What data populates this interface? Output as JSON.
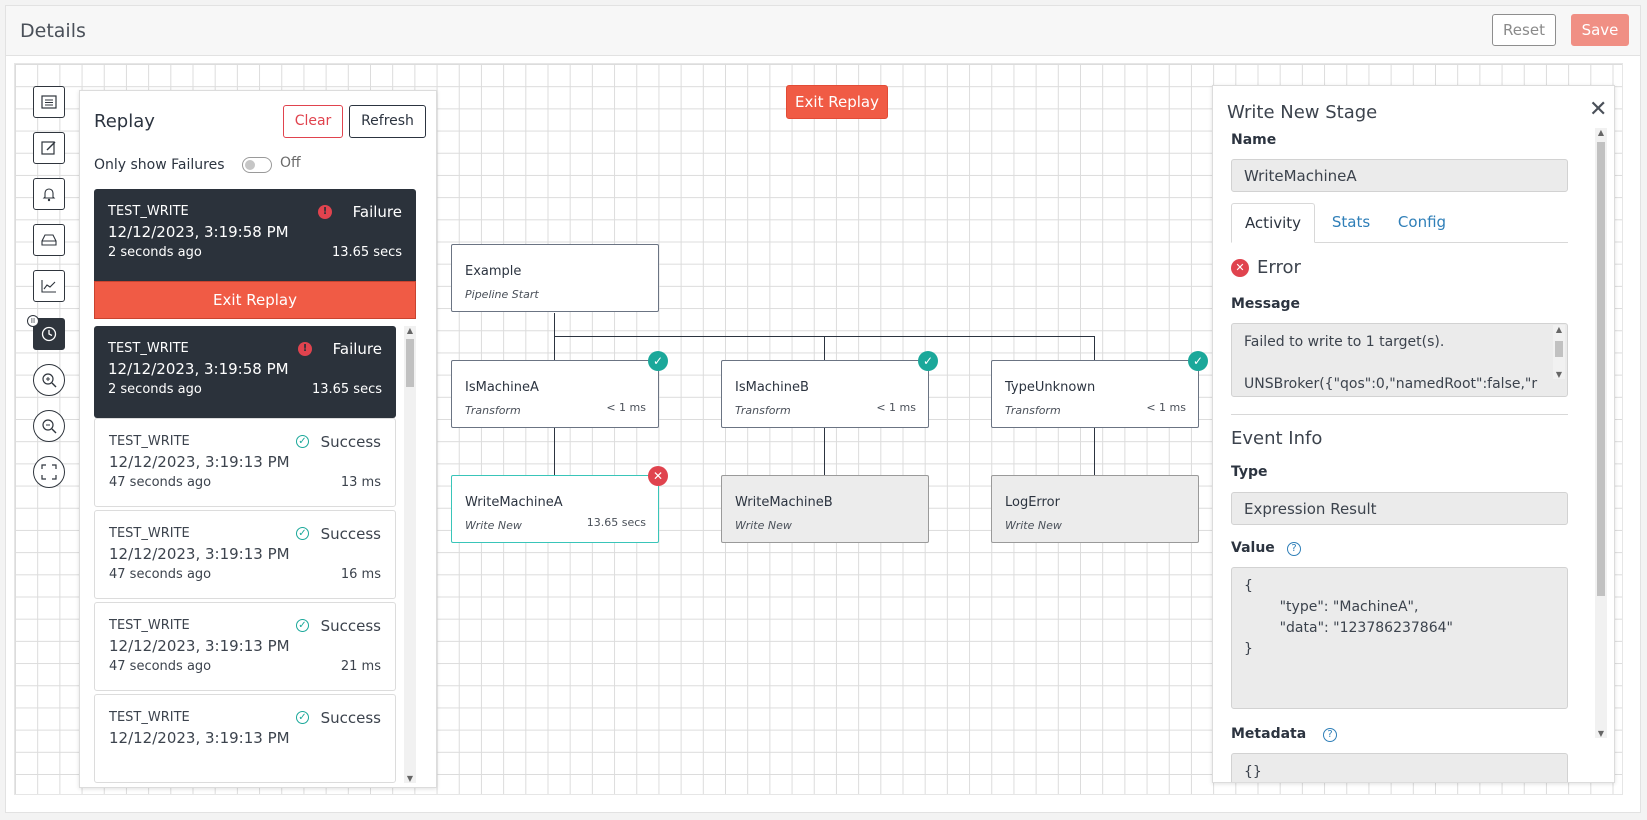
{
  "header": {
    "title": "Details",
    "reset_label": "Reset",
    "save_label": "Save"
  },
  "toolbar": {
    "pause_glyph": "II"
  },
  "replay": {
    "title": "Replay",
    "clear_label": "Clear",
    "refresh_label": "Refresh",
    "only_failures_label": "Only show Failures",
    "toggle_state": "Off",
    "exit_replay_label": "Exit Replay",
    "pinned": {
      "name": "TEST_WRITE",
      "status": "Failure",
      "date": "12/12/2023, 3:19:58 PM",
      "ago": "2 seconds ago",
      "duration": "13.65 secs"
    },
    "items": [
      {
        "name": "TEST_WRITE",
        "status": "Failure",
        "date": "12/12/2023, 3:19:58 PM",
        "ago": "2 seconds ago",
        "duration": "13.65 secs"
      },
      {
        "name": "TEST_WRITE",
        "status": "Success",
        "date": "12/12/2023, 3:19:13 PM",
        "ago": "47 seconds ago",
        "duration": "13 ms"
      },
      {
        "name": "TEST_WRITE",
        "status": "Success",
        "date": "12/12/2023, 3:19:13 PM",
        "ago": "47 seconds ago",
        "duration": "16 ms"
      },
      {
        "name": "TEST_WRITE",
        "status": "Success",
        "date": "12/12/2023, 3:19:13 PM",
        "ago": "47 seconds ago",
        "duration": "21 ms"
      },
      {
        "name": "TEST_WRITE",
        "status": "Success",
        "date": "12/12/2023, 3:19:13 PM",
        "ago": "",
        "duration": ""
      }
    ]
  },
  "canvas": {
    "exit_replay_label": "Exit Replay",
    "nodes": {
      "example": {
        "name": "Example",
        "type": "Pipeline Start"
      },
      "ismachinea": {
        "name": "IsMachineA",
        "type": "Transform",
        "time": "< 1 ms",
        "status": "success"
      },
      "ismachineb": {
        "name": "IsMachineB",
        "type": "Transform",
        "time": "< 1 ms",
        "status": "success"
      },
      "typeunknown": {
        "name": "TypeUnknown",
        "type": "Transform",
        "time": "< 1 ms",
        "status": "success"
      },
      "writemachinea": {
        "name": "WriteMachineA",
        "type": "Write New",
        "time": "13.65 secs",
        "status": "error"
      },
      "writemachineb": {
        "name": "WriteMachineB",
        "type": "Write New"
      },
      "logerror": {
        "name": "LogError",
        "type": "Write New"
      }
    }
  },
  "details": {
    "title": "Write New Stage",
    "name_label": "Name",
    "name_value": "WriteMachineA",
    "tabs": [
      "Activity",
      "Stats",
      "Config"
    ],
    "active_tab": "Activity",
    "error_label": "Error",
    "message_label": "Message",
    "message_value": "Failed to write to 1 target(s).\n\nUNSBroker({\"qos\":0,\"namedRoot\":false,\"r",
    "event_info_title": "Event Info",
    "type_label": "Type",
    "type_value": "Expression Result",
    "value_label": "Value",
    "value_text": "{\n        \"type\": \"MachineA\",\n        \"data\": \"123786237864\"\n}",
    "metadata_label": "Metadata",
    "metadata_value": "{}"
  },
  "colors": {
    "accent_red": "#f05b45",
    "success_teal": "#1ba89a",
    "error_red": "#e0434e",
    "dark_card": "#2b323b",
    "link_blue": "#2f7fb8"
  },
  "icons": {
    "toolbar": [
      "list-icon",
      "edit-icon",
      "bell-icon",
      "inbox-icon",
      "chart-icon",
      "history-icon",
      "zoom-in-icon",
      "zoom-out-icon",
      "fit-screen-icon"
    ]
  }
}
